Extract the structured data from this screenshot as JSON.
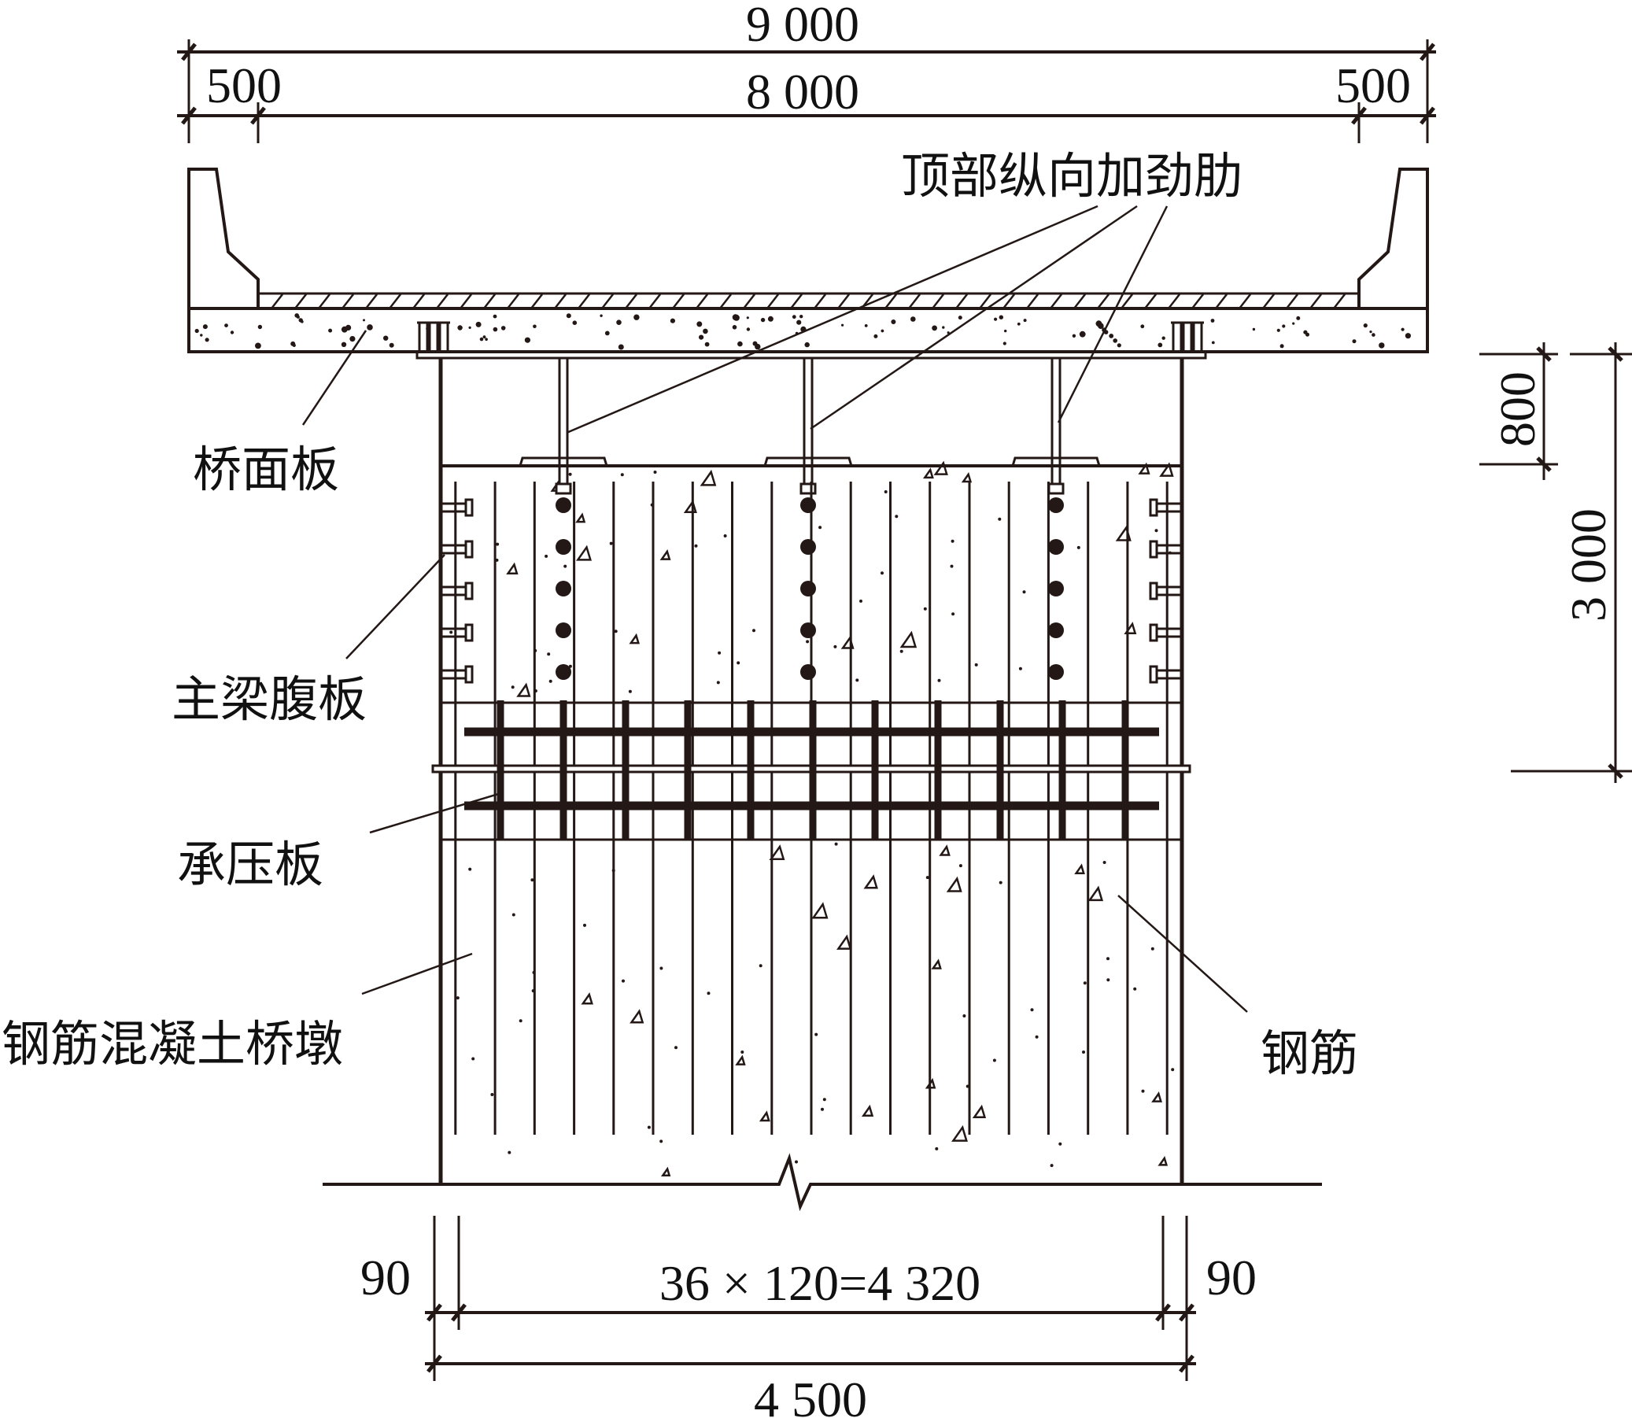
{
  "title": "Bridge deck / steel girder / RC pier connection cross-section",
  "units": "mm",
  "dimensions": {
    "top_total": "9 000",
    "top_left_overhang": "500",
    "top_middle": "8 000",
    "top_right_overhang": "500",
    "right_upper": "800",
    "right_total": "3 000",
    "bottom_left_cover": "90",
    "bottom_rebar_spacing": "36 × 120=4 320",
    "bottom_right_cover": "90",
    "bottom_total": "4 500"
  },
  "labels": {
    "top_stiffener": "顶部纵向加劲肋",
    "deck_slab": "桥面板",
    "girder_web": "主梁腹板",
    "bearing_plate": "承压板",
    "rc_pier": "钢筋混凝土桥墩",
    "rebar": "钢筋"
  },
  "rebar_pattern": {
    "spacing_count": 36,
    "spacing_mm": 120,
    "side_cover_mm": 90,
    "pier_width_mm": 4500
  },
  "stiffener_count": 3,
  "bolt_rows_per_stiffener": 5,
  "shear_studs_per_side": 5
}
